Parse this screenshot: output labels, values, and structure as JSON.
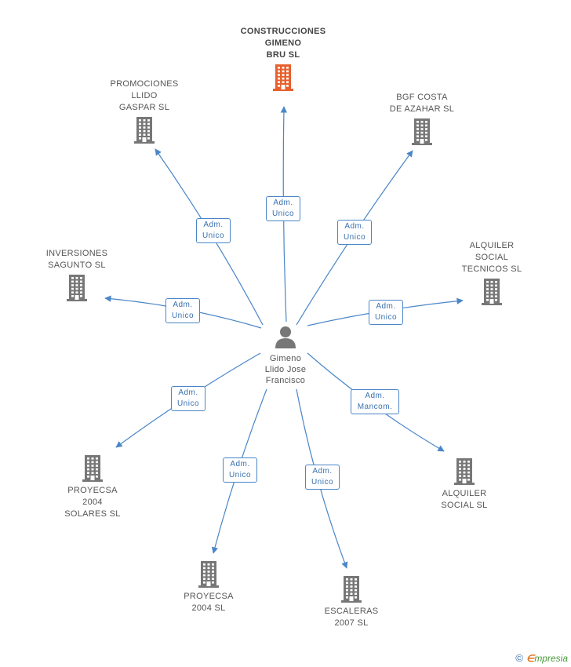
{
  "center": {
    "label": "Gimeno\nLlido Jose\nFrancisco",
    "icon": "person-icon"
  },
  "companies": [
    {
      "id": "construcciones",
      "label": "CONSTRUCCIONES\nGIMENO\nBRU SL",
      "highlight": true,
      "edge": "Adm.\nUnico",
      "icon": "building-icon"
    },
    {
      "id": "promociones",
      "label": "PROMOCIONES\nLLIDO\nGASPAR SL",
      "edge": "Adm.\nUnico",
      "icon": "building-icon"
    },
    {
      "id": "bgf",
      "label": "BGF COSTA\nDE AZAHAR SL",
      "edge": "Adm.\nUnico",
      "icon": "building-icon"
    },
    {
      "id": "inversiones",
      "label": "INVERSIONES\nSAGUNTO SL",
      "edge": "Adm.\nUnico",
      "icon": "building-icon"
    },
    {
      "id": "alquiler-tecnicos",
      "label": "ALQUILER\nSOCIAL\nTECNICOS SL",
      "edge": "Adm.\nUnico",
      "icon": "building-icon"
    },
    {
      "id": "proyecsa-solares",
      "label": "PROYECSA\n2004\nSOLARES SL",
      "edge": "Adm.\nUnico",
      "icon": "building-icon"
    },
    {
      "id": "proyecsa-2004",
      "label": "PROYECSA\n2004 SL",
      "edge": "Adm.\nUnico",
      "icon": "building-icon"
    },
    {
      "id": "escaleras",
      "label": "ESCALERAS\n2007 SL",
      "edge": "Adm.\nUnico",
      "icon": "building-icon"
    },
    {
      "id": "alquiler-social",
      "label": "ALQUILER\nSOCIAL SL",
      "edge": "Adm.\nMancom.",
      "icon": "building-icon"
    }
  ],
  "footer": {
    "copyright": "©",
    "brand_first": "∈",
    "brand_rest": "mpresia"
  },
  "colors": {
    "edge": "#4a86c8",
    "building": "#777777",
    "highlight": "#e8602c",
    "person": "#777777"
  }
}
